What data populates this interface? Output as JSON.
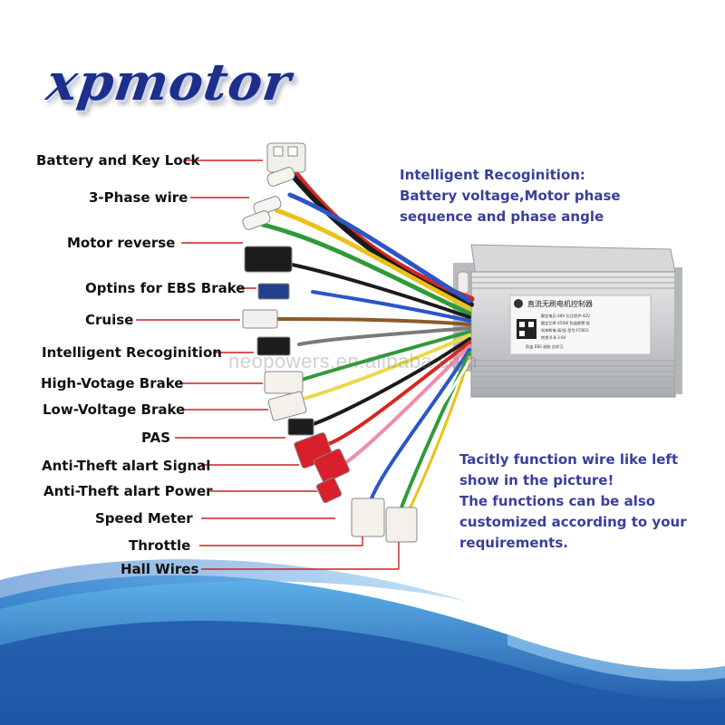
{
  "brand": {
    "logo": "xpmotor"
  },
  "wire_labels": [
    "Battery and Key Lock",
    "3-Phase wire",
    "Motor reverse",
    "Optins for EBS Brake",
    "Cruise",
    "Intelligent Recoginition",
    "High-Votage Brake",
    "Low-Voltage Brake",
    "PAS",
    "Anti-Theft alart Signal",
    "Anti-Theft alart Power",
    "Speed Meter",
    "Throttle",
    "Hall Wires"
  ],
  "note_top": {
    "line1": "Intelligent Recoginition:",
    "line2": "Battery voltage,Motor phase",
    "line3": "sequence and phase angle"
  },
  "note_bottom": {
    "line1": "Tacitly function wire like left",
    "line2": "show in the picture!",
    "line3": "The functions can be also",
    "line4": "customized according to your",
    "line5": "requirements."
  },
  "controller_label": {
    "title": "直流无刷电机控制器",
    "spec1": "额定电压:48V  欠压保护:42V",
    "spec2": "额定功率:450W  防盗报警:低",
    "spec3": "刹车断电:高/低  型号:FCB03",
    "spec4": "转把:0.8-3.6V",
    "spec5": "防盗 EBS 巡航 自学习"
  },
  "watermark": "neopowers.en.alibaba.com",
  "colors": {
    "logo": "#1c2f8a",
    "note": "#3a3f9a",
    "leader": "#d21f1f",
    "wave_dark": "#1f5fb0",
    "wave_light": "#4fa3e0"
  }
}
